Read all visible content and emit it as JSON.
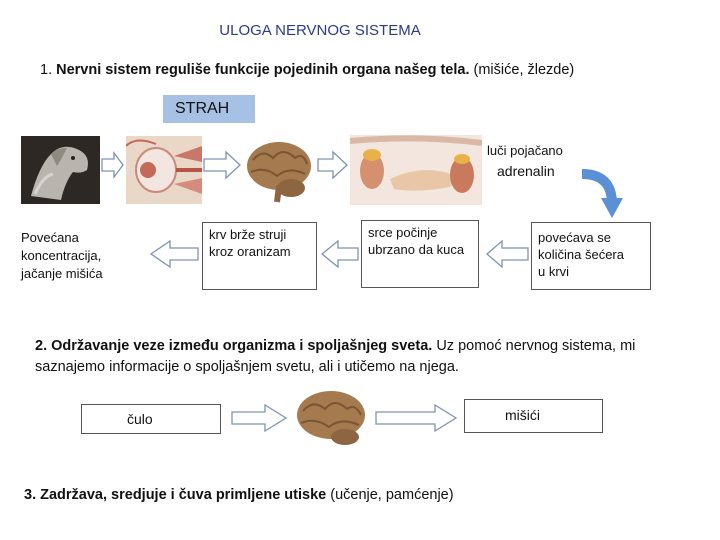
{
  "title": "ULOGA NERVNOG SISTEMA",
  "section1": {
    "number": "1.",
    "bold_text": "Nervni sistem reguliše funkcije pojedinih organa našeg tela.",
    "normal_text": " (mišiće, žlezde)"
  },
  "strah_label": "STRAH",
  "adrenal": {
    "line1": "luči pojačano",
    "line2": "adrenalin"
  },
  "boxes": {
    "krv": "krv brže struji kroz oranizam",
    "srce": "srce počinje ubrzano da kuca",
    "secer_1": "povećava se",
    "secer_2": "količina šećera",
    "secer_3": "u krvi",
    "koncentracija": "Povećana koncentracija, jačanje mišića"
  },
  "section2": {
    "bold_text": "2. Održavanje veze između organizma i spoljašnjeg sveta.",
    "normal_text": " Uz pomoć nervnog sistema, mi saznajemo informacije o spoljašnjem svetu, ali i utičemo na njega."
  },
  "culo_label": "čulo",
  "misici_label": "mišići",
  "section3": {
    "bold_text": "3. Zadržava, sredjuje i čuva primljene utiske",
    "normal_text": " (učenje, pamćenje)"
  },
  "colors": {
    "title": "#2a3a8c",
    "strah_bg": "#a6c1e3",
    "arrow_fill": "#ffffff",
    "arrow_stroke": "#7f93b3",
    "curved_arrow": "#5b8fd6",
    "brain": "#a47a4e"
  },
  "icons": [
    "dog-image",
    "eye-anatomy-image",
    "brain-image",
    "adrenal-kidney-image",
    "brain-small-image"
  ]
}
